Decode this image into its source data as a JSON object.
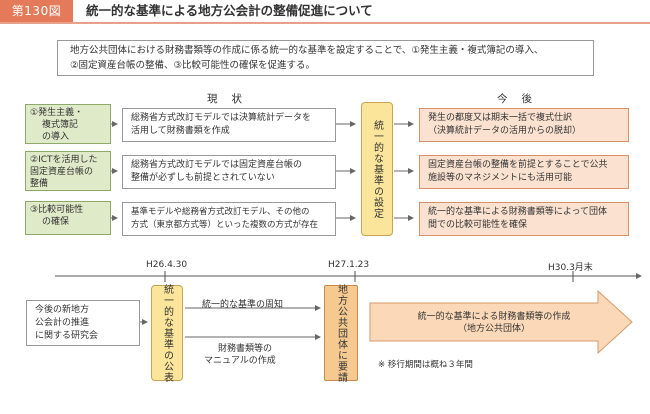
{
  "figure": {
    "label": "第130図",
    "title": "統一的な基準による地方公会計の整備促進について"
  },
  "intro": {
    "line1": "地方公共団体における財務書類等の作成に係る統一的な基準を設定することで、①発生主義・複式簿記の導入、",
    "line2": "②固定資産台帳の整備、③比較可能性の確保を促進する。"
  },
  "columns": {
    "current": "現状",
    "future": "今後"
  },
  "rows": [
    {
      "label": [
        "①発生主義・",
        "複式簿記",
        "の導入"
      ],
      "current": [
        "総務省方式改訂モデルでは決算統計データを",
        "活用して財務書類を作成"
      ],
      "future": [
        "発生の都度又は期末一括で複式仕訳",
        "（決算統計データの活用からの脱却）"
      ]
    },
    {
      "label": [
        "②ICTを活用した",
        "固定資産台帳の",
        "整備"
      ],
      "current": [
        "総務省方式改訂モデルでは固定資産台帳の",
        "整備が必ずしも前提とされていない"
      ],
      "future": [
        "固定資産台帳の整備を前提とすることで公共",
        "施設等のマネジメントにも活用可能"
      ]
    },
    {
      "label": [
        "③比較可能性",
        "の確保"
      ],
      "current": [
        "基準モデルや総務省方式改訂モデル、その他の",
        "方式（東京都方式等）といった複数の方式が存在"
      ],
      "future": [
        "統一的な基準による財務書類等によって団体",
        "間での比較可能性を確保"
      ]
    }
  ],
  "center_box": "統一的な基準の設定",
  "timeline": {
    "dates": [
      "H26.4.30",
      "H27.1.23",
      "H30.3月末"
    ],
    "study_group": [
      "今後の新地方",
      "公会計の推進",
      "に関する研究会"
    ],
    "announce": "統一的な基準の公表",
    "tasks": [
      "統一的な基準の周知",
      "財務書類等の",
      "マニュアルの作成"
    ],
    "request": "地方公共団体に要請",
    "final": [
      "統一的な基準による財務書類等の作成",
      "（地方公共団体）"
    ],
    "note": "※ 移行期間は概ね３年間"
  },
  "colors": {
    "fig_label_bg": "#e47a5a",
    "green": "#dfeac9",
    "yellow": "#fbe59a",
    "orange": "#f6c990",
    "orange_light": "#fbe2d0"
  }
}
